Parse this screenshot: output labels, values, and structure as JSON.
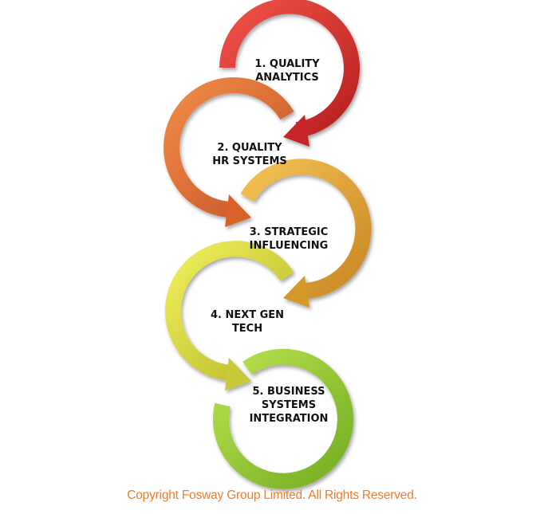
{
  "steps": [
    {
      "line1": "1. QUALITY",
      "line2": "ANALYTICS",
      "color": "#d9302c"
    },
    {
      "line1": "2. QUALITY",
      "line2": "HR SYSTEMS",
      "color": "#e56f2f"
    },
    {
      "line1": "3. STRATEGIC",
      "line2": "INFLUENCING",
      "color": "#e8a535"
    },
    {
      "line1": "4. NEXT GEN",
      "line2": "TECH",
      "color": "#dfe03e"
    },
    {
      "line1": "5. BUSINESS",
      "line2": "SYSTEMS",
      "line3": "INTEGRATION",
      "color": "#9ccf3a"
    }
  ],
  "copyright": "Copyright Fosway Group Limited. All Rights Reserved.",
  "copyright_color": "#ee7d2a"
}
